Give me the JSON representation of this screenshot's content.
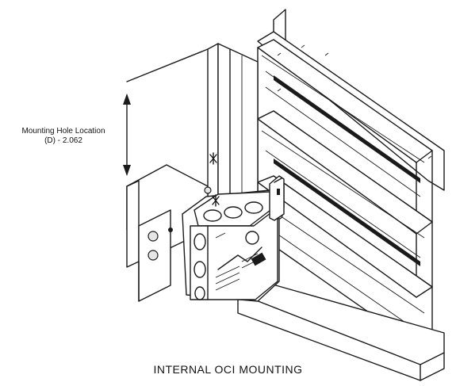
{
  "annotation": {
    "line1": "Mounting Hole Location",
    "line2": "(D) - 2.062"
  },
  "caption": "INTERNAL  OCI MOUNTING"
}
